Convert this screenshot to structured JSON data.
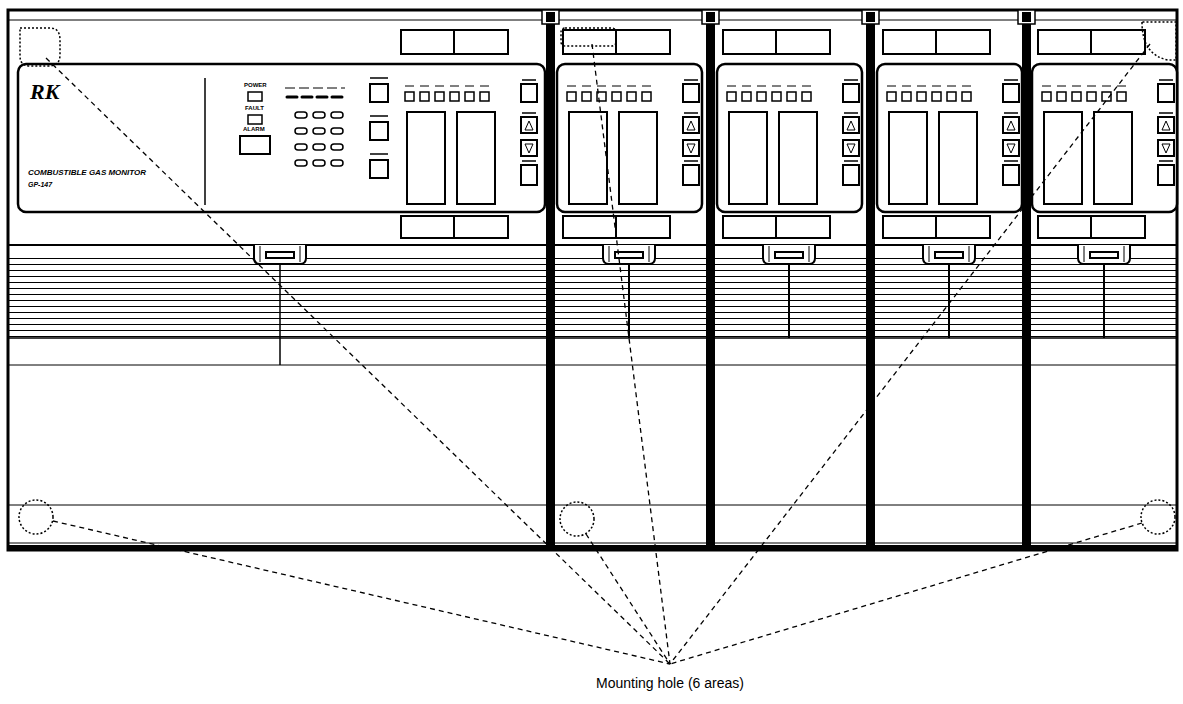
{
  "diagram": {
    "labels": [
      "RK",
      "COMBUSTIBLE GAS MONITOR",
      "GP-147",
      "POWER",
      "FAULT",
      "ALARM",
      "Mounting hole (6 areas)"
    ]
  }
}
